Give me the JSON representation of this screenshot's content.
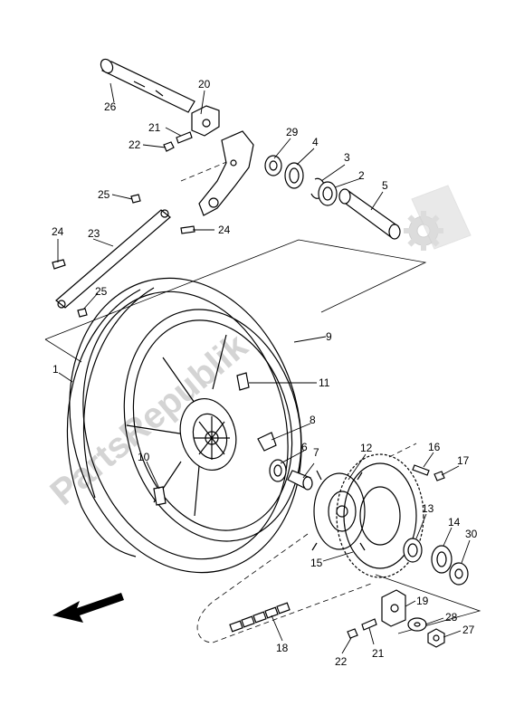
{
  "watermark": {
    "text": "PartsRepublik"
  },
  "callouts": [
    {
      "id": "c1",
      "label": "1"
    },
    {
      "id": "c2",
      "label": "2"
    },
    {
      "id": "c3",
      "label": "3"
    },
    {
      "id": "c4",
      "label": "4"
    },
    {
      "id": "c5",
      "label": "5"
    },
    {
      "id": "c6",
      "label": "6"
    },
    {
      "id": "c7",
      "label": "7"
    },
    {
      "id": "c8",
      "label": "8"
    },
    {
      "id": "c9",
      "label": "9"
    },
    {
      "id": "c10",
      "label": "10"
    },
    {
      "id": "c11",
      "label": "11"
    },
    {
      "id": "c12",
      "label": "12"
    },
    {
      "id": "c13",
      "label": "13"
    },
    {
      "id": "c14",
      "label": "14"
    },
    {
      "id": "c15",
      "label": "15"
    },
    {
      "id": "c16",
      "label": "16"
    },
    {
      "id": "c17",
      "label": "17"
    },
    {
      "id": "c18",
      "label": "18"
    },
    {
      "id": "c19",
      "label": "19"
    },
    {
      "id": "c20",
      "label": "20"
    },
    {
      "id": "c21a",
      "label": "21"
    },
    {
      "id": "c21b",
      "label": "21"
    },
    {
      "id": "c22a",
      "label": "22"
    },
    {
      "id": "c22b",
      "label": "22"
    },
    {
      "id": "c23",
      "label": "23"
    },
    {
      "id": "c24a",
      "label": "24"
    },
    {
      "id": "c24b",
      "label": "24"
    },
    {
      "id": "c25a",
      "label": "25"
    },
    {
      "id": "c25b",
      "label": "25"
    },
    {
      "id": "c26",
      "label": "26"
    },
    {
      "id": "c27",
      "label": "27"
    },
    {
      "id": "c28",
      "label": "28"
    },
    {
      "id": "c29",
      "label": "29"
    },
    {
      "id": "c30",
      "label": "30"
    }
  ],
  "icons": {
    "gear": "gear-icon",
    "direction": "front-arrow-icon"
  }
}
